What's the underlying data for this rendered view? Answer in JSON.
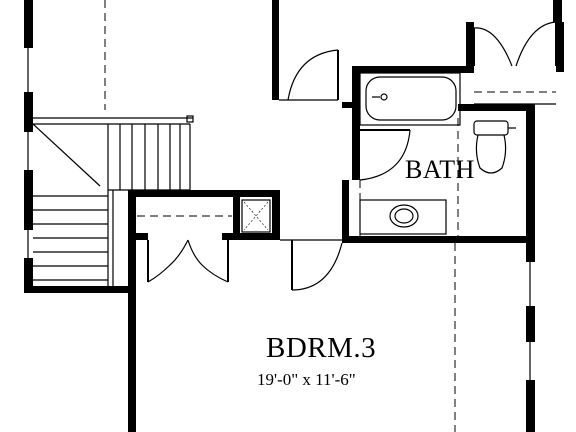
{
  "rooms": {
    "bath": {
      "label": "BATH"
    },
    "bedroom3": {
      "label": "BDRM.3",
      "dimensions": "19'-0\" x 11'-6\""
    }
  }
}
